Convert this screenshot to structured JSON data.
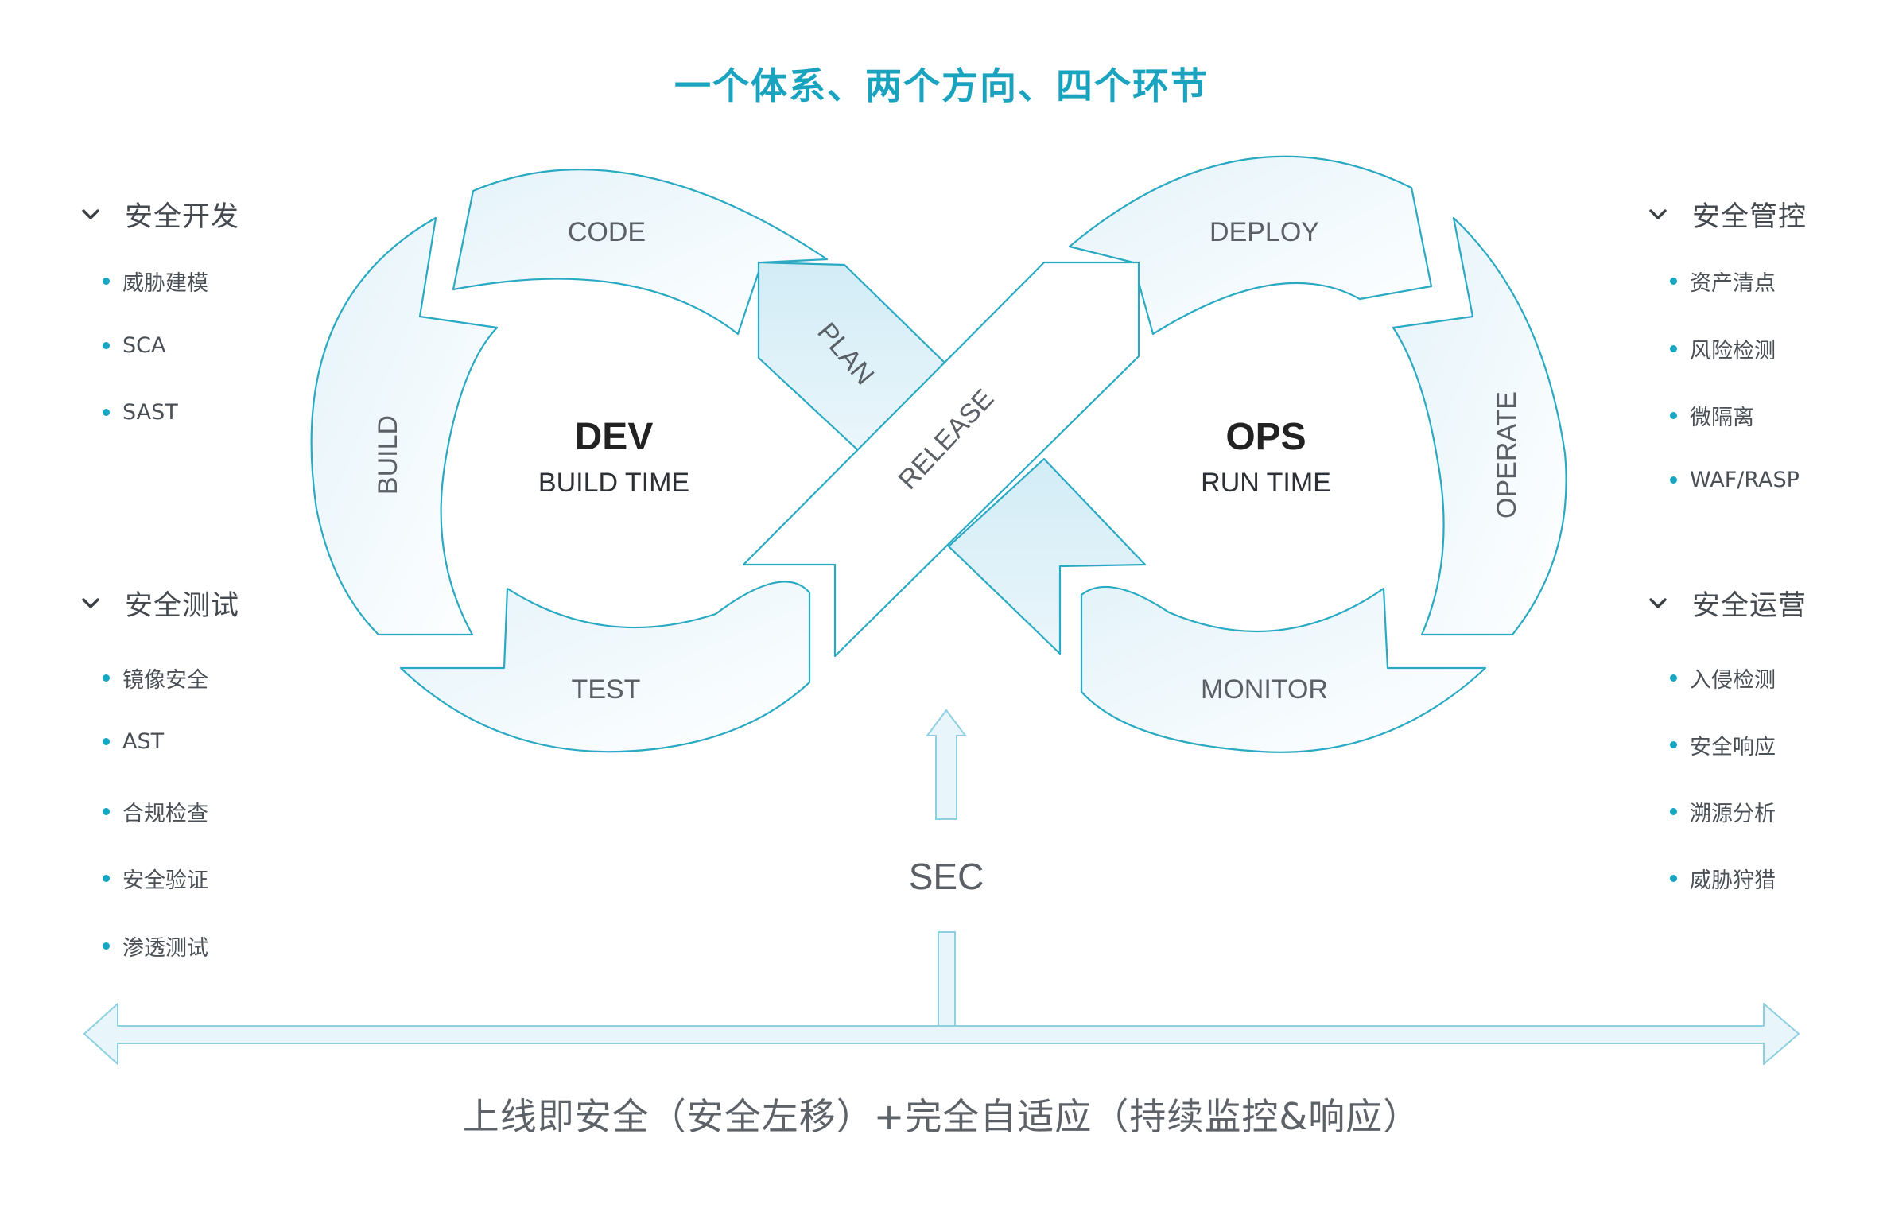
{
  "title": "一个体系、两个方向、四个环节",
  "diagram": {
    "dev": {
      "title": "DEV",
      "subtitle": "BUILD TIME"
    },
    "ops": {
      "title": "OPS",
      "subtitle": "RUN TIME"
    },
    "stages": {
      "code": "CODE",
      "build": "BUILD",
      "test": "TEST",
      "plan": "PLAN",
      "release": "RELEASE",
      "deploy": "DEPLOY",
      "operate": "OPERATE",
      "monitor": "MONITOR"
    },
    "sec": "SEC"
  },
  "left_groups": [
    {
      "title": "安全开发",
      "items": [
        "威胁建模",
        "SCA",
        "SAST"
      ]
    },
    {
      "title": "安全测试",
      "items": [
        "镜像安全",
        "AST",
        "合规检查",
        "安全验证",
        "渗透测试"
      ]
    }
  ],
  "right_groups": [
    {
      "title": "安全管控",
      "items": [
        "资产清点",
        "风险检测",
        "微隔离",
        "WAF/RASP"
      ]
    },
    {
      "title": "安全运营",
      "items": [
        "入侵检测",
        "安全响应",
        "溯源分析",
        "威胁狩猎"
      ]
    }
  ],
  "footer": "上线即安全（安全左移）+完全自适应（持续监控&响应）",
  "colors": {
    "accent": "#1aa3bf",
    "stroke": "#2aa9c2",
    "fill_light": "#eef8fc",
    "fill_mid": "#dcf0f8",
    "text_dark": "#222222",
    "text_gray": "#555a60"
  }
}
